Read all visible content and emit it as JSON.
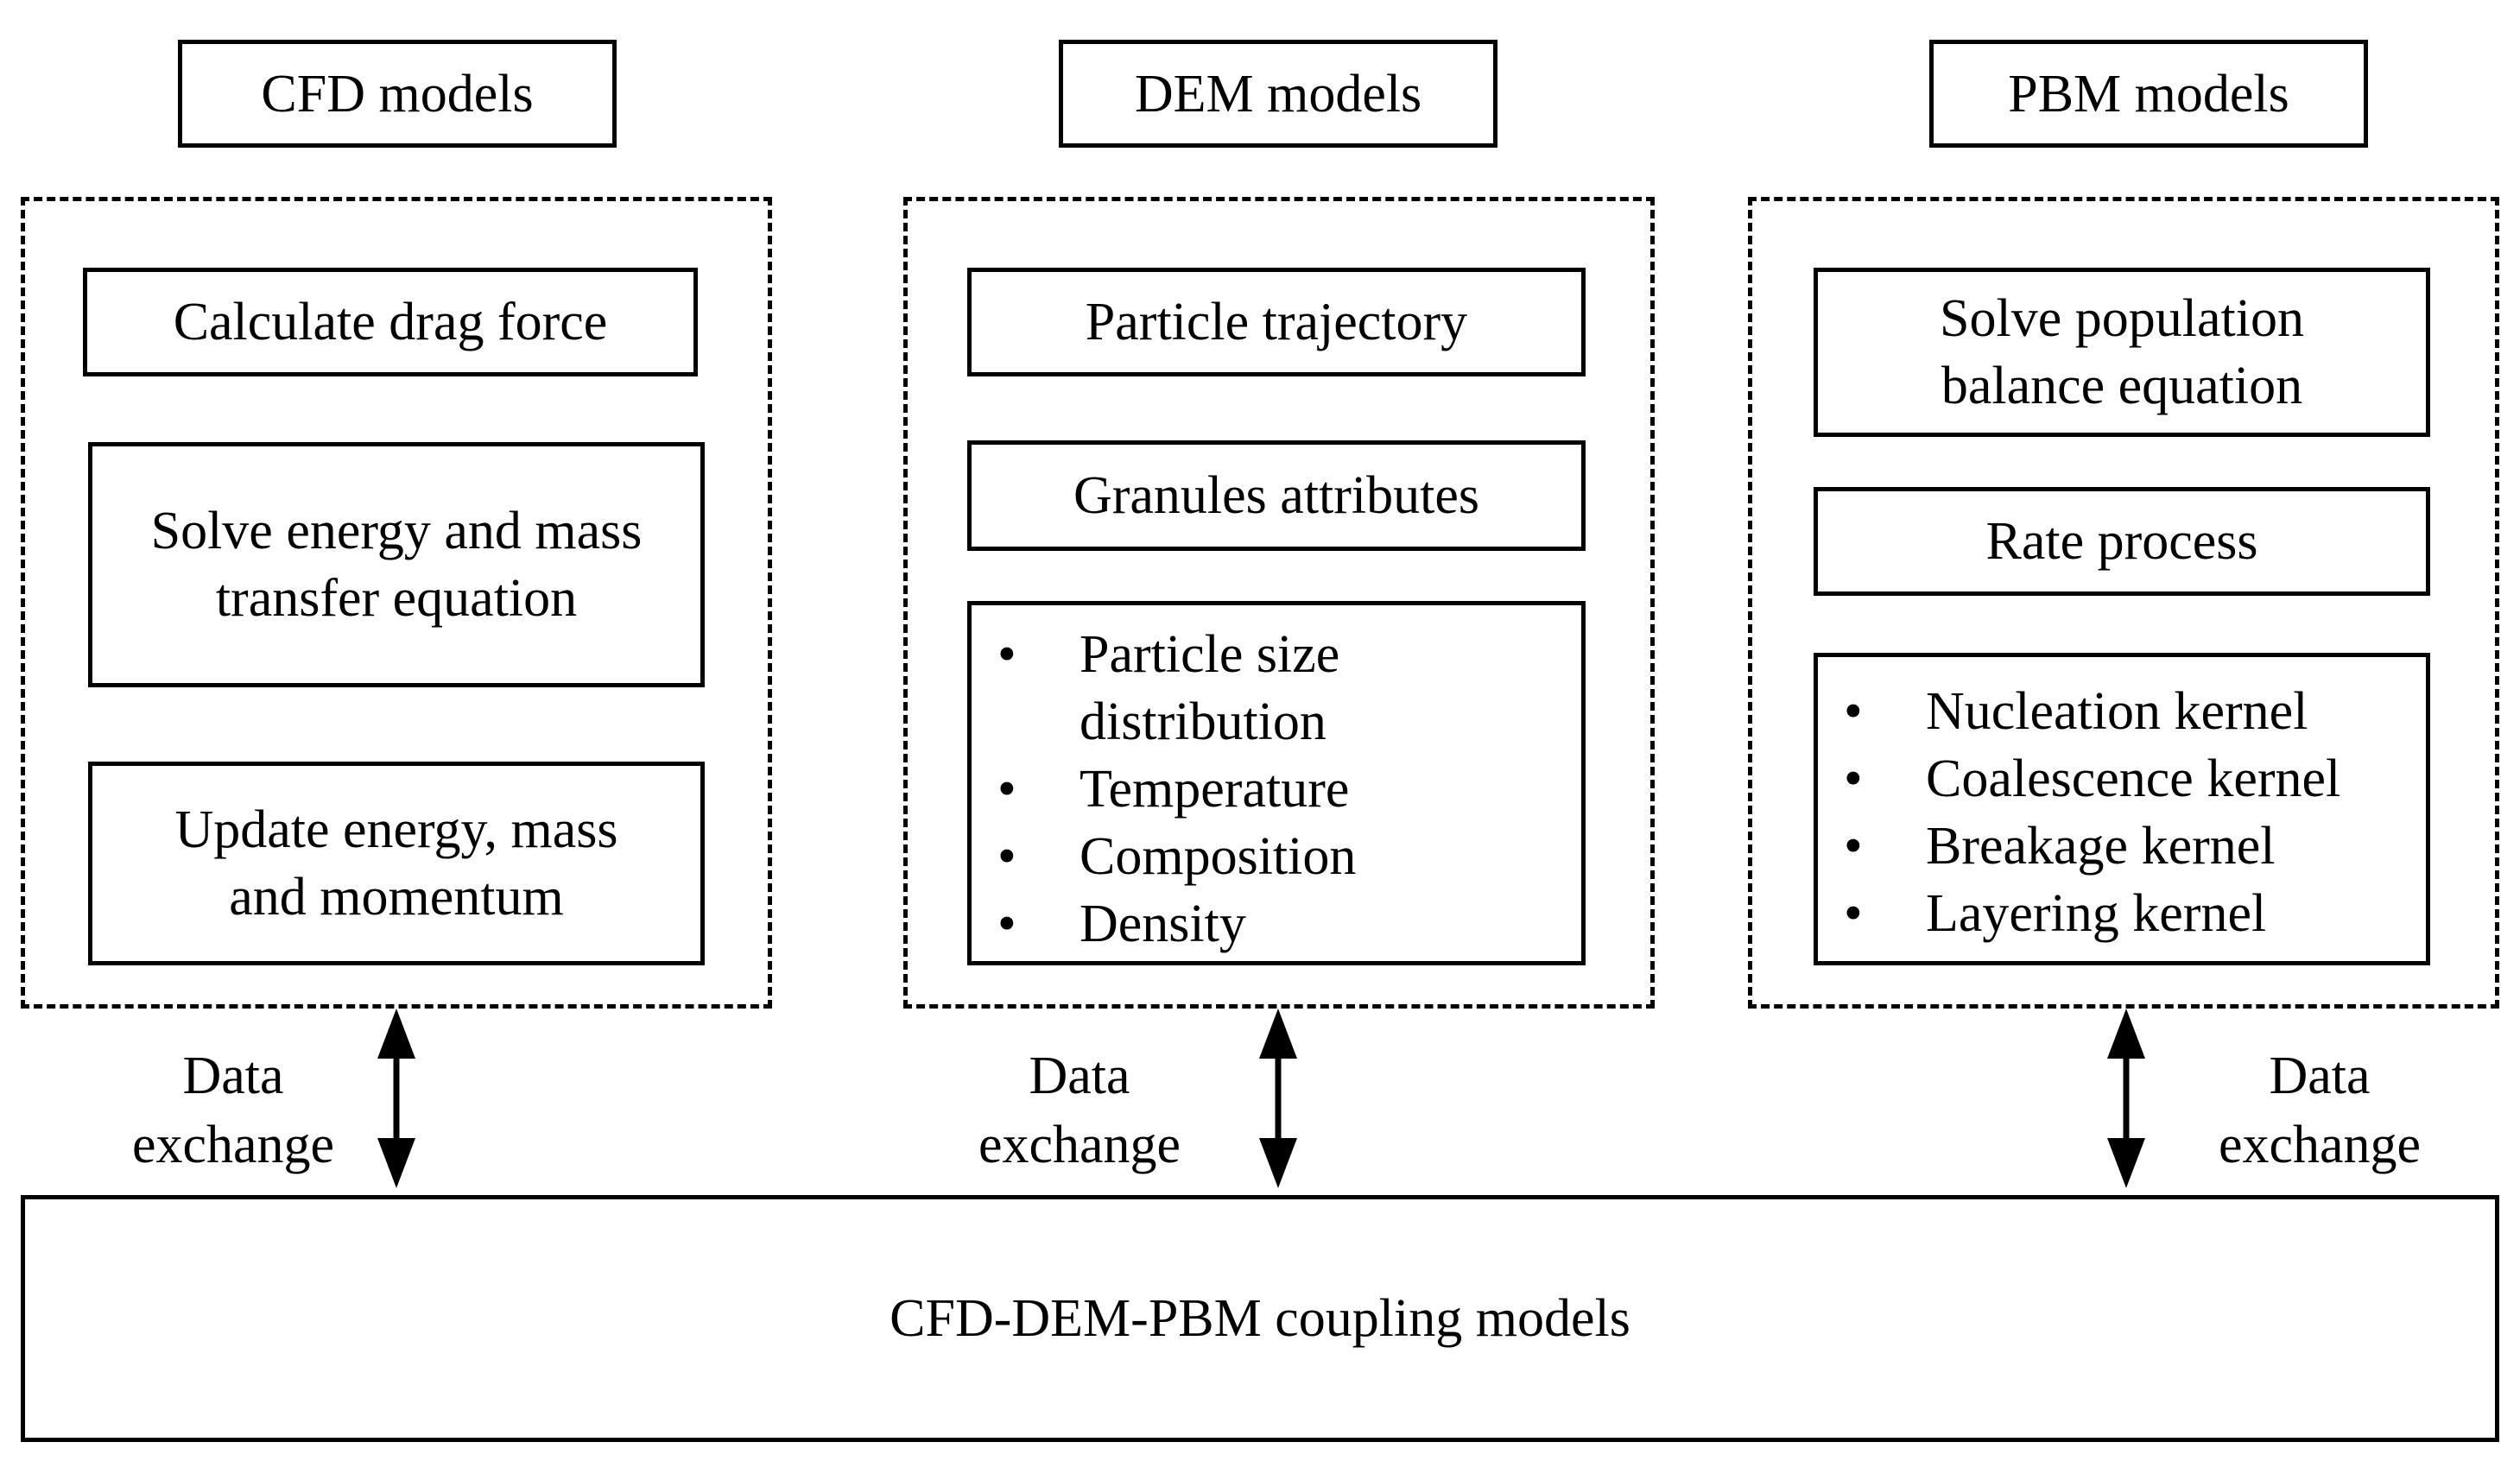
{
  "cfd": {
    "title": "CFD models",
    "steps": [
      "Calculate drag force",
      "Solve energy and mass transfer equation",
      "Update energy, mass and momentum"
    ],
    "step2_lines": [
      "Solve energy and mass",
      "transfer equation"
    ],
    "step3_lines": [
      "Update energy, mass",
      "and momentum"
    ]
  },
  "dem": {
    "title": "DEM models",
    "steps": [
      "Particle trajectory",
      "Granules attributes"
    ],
    "attributes": [
      {
        "lines": [
          "Particle size",
          "distribution"
        ]
      },
      {
        "lines": [
          "Temperature"
        ]
      },
      {
        "lines": [
          "Composition"
        ]
      },
      {
        "lines": [
          "Density"
        ]
      }
    ]
  },
  "pbm": {
    "title": "PBM models",
    "step1_lines": [
      "Solve population",
      "balance equation"
    ],
    "step2": "Rate process",
    "kernels": [
      "Nucleation kernel",
      "Coalescence kernel",
      "Breakage kernel",
      "Layering kernel"
    ]
  },
  "exchange_label_lines": [
    "Data",
    "exchange"
  ],
  "coupling": "CFD-DEM-PBM coupling models",
  "bullet": "•"
}
